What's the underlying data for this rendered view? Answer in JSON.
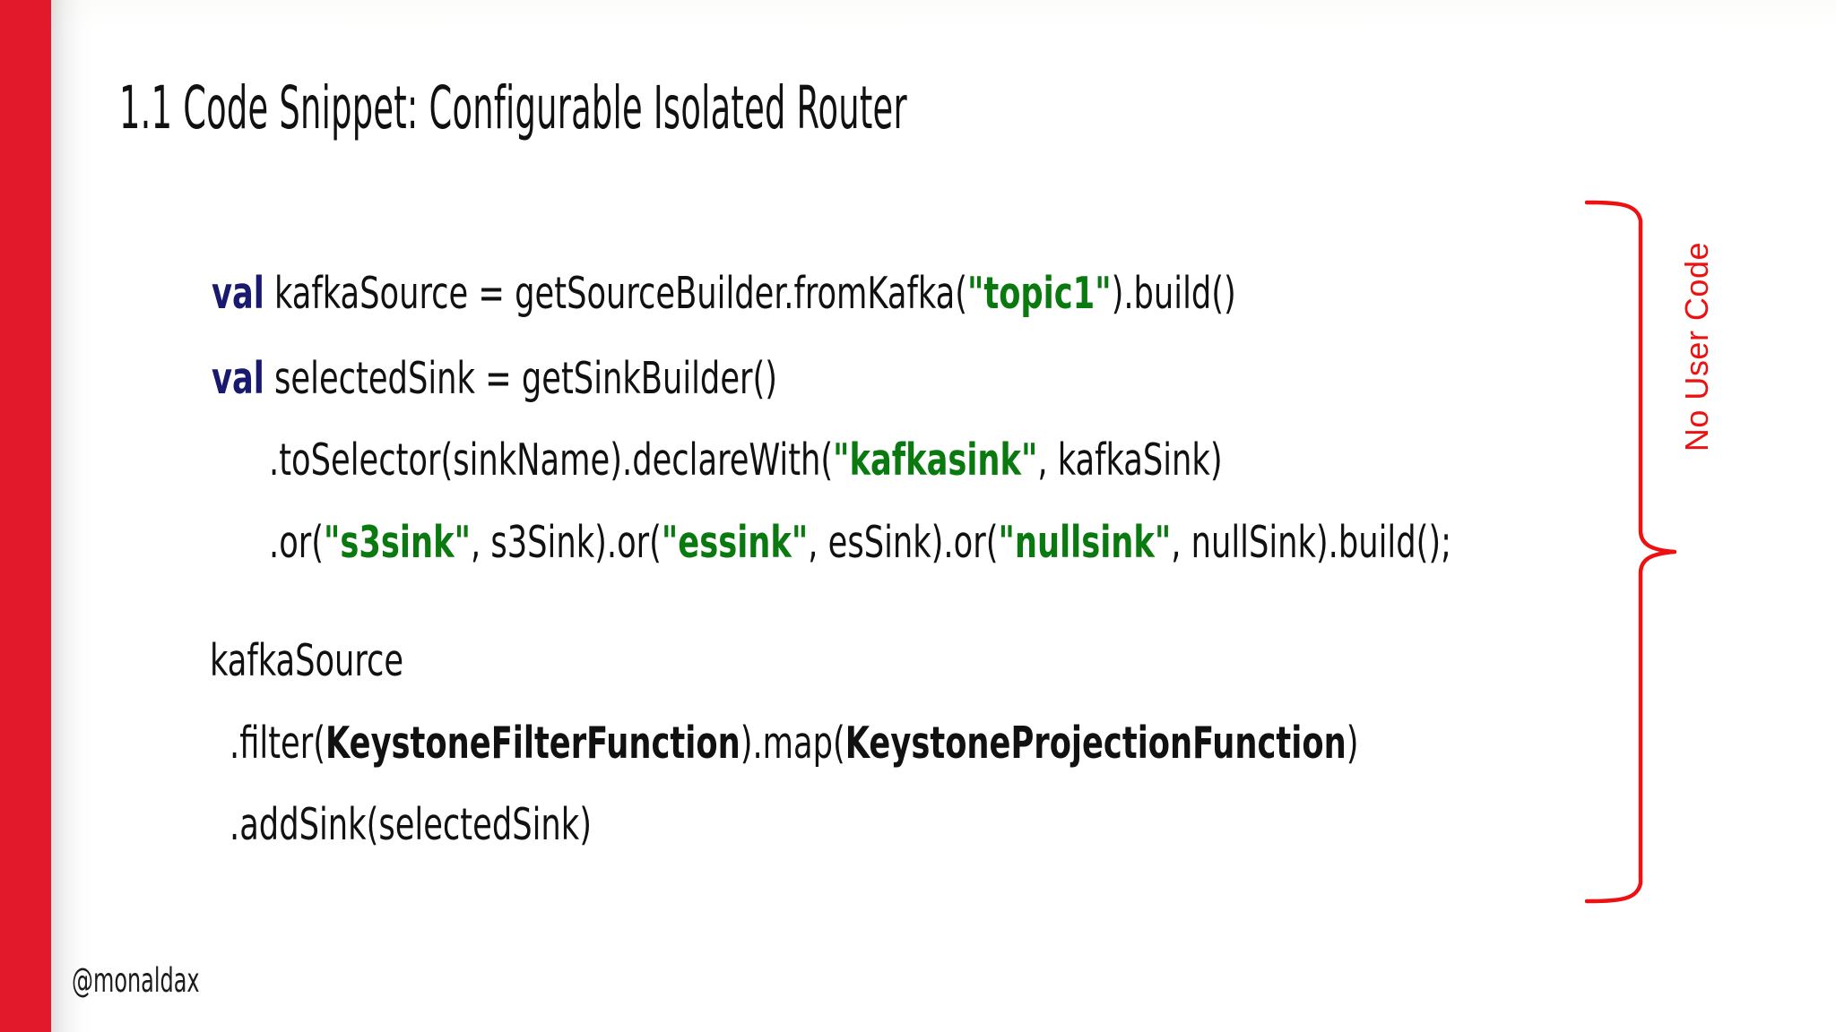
{
  "slide": {
    "title": "1.1 Code Snippet: Configurable Isolated Router",
    "handle": "@monaldax",
    "accent_color": "#e2182b",
    "keyword_color": "#191970",
    "string_color": "#0a7a10",
    "annotation_color": "#ee1111",
    "text_color": "#111111",
    "background_color": "#ffffff"
  },
  "annotation": {
    "label": "No User Code",
    "orientation": "vertical-rotated-90",
    "shape": "curly-brace-right"
  },
  "code": {
    "lines": [
      {
        "id": "line-1",
        "indent": 0,
        "tokens": [
          {
            "text": "val",
            "style": "keyword"
          },
          {
            "text": " kafkaSource  = getSourceBuilder.fromKafka(",
            "style": "plain"
          },
          {
            "text": "\"topic1\"",
            "style": "string"
          },
          {
            "text": ").build()",
            "style": "plain"
          }
        ],
        "plain": "val kafkaSource  = getSourceBuilder.fromKafka(\"topic1\").build()"
      },
      {
        "id": "line-2",
        "indent": 0,
        "tokens": [
          {
            "text": "val",
            "style": "keyword"
          },
          {
            "text": " selectedSink = getSinkBuilder()",
            "style": "plain"
          }
        ],
        "plain": "val selectedSink = getSinkBuilder()"
      },
      {
        "id": "line-3",
        "indent": 1,
        "tokens": [
          {
            "text": ".toSelector(sinkName).declareWith(",
            "style": "plain"
          },
          {
            "text": "\"kafkasink\"",
            "style": "string"
          },
          {
            "text": ", kafkaSink)",
            "style": "plain"
          }
        ],
        "plain": ".toSelector(sinkName).declareWith(\"kafkasink\", kafkaSink)"
      },
      {
        "id": "line-4",
        "indent": 1,
        "tokens": [
          {
            "text": ".or(",
            "style": "plain"
          },
          {
            "text": "\"s3sink\"",
            "style": "string"
          },
          {
            "text": ", s3Sink).or(",
            "style": "plain"
          },
          {
            "text": "\"essink\"",
            "style": "string"
          },
          {
            "text": ", esSink).or(",
            "style": "plain"
          },
          {
            "text": "\"nullsink\"",
            "style": "string"
          },
          {
            "text": ", nullSink).build();",
            "style": "plain"
          }
        ],
        "plain": ".or(\"s3sink\", s3Sink).or(\"essink\", esSink).or(\"nullsink\", nullSink).build();"
      },
      {
        "id": "line-5",
        "indent": 0,
        "tokens": [
          {
            "text": "kafkaSource",
            "style": "plain"
          }
        ],
        "plain": "kafkaSource"
      },
      {
        "id": "line-6",
        "indent": 0,
        "tokens": [
          {
            "text": ".filter(",
            "style": "plain"
          },
          {
            "text": "KeystoneFilterFunction",
            "style": "bold"
          },
          {
            "text": ").map(",
            "style": "plain"
          },
          {
            "text": "KeystoneProjectionFunction",
            "style": "bold"
          },
          {
            "text": ")",
            "style": "plain"
          }
        ],
        "plain": ".filter(KeystoneFilterFunction).map(KeystoneProjectionFunction)"
      },
      {
        "id": "line-7",
        "indent": 0,
        "tokens": [
          {
            "text": ".addSink(selectedSink)",
            "style": "plain"
          }
        ],
        "plain": ".addSink(selectedSink)"
      }
    ]
  }
}
